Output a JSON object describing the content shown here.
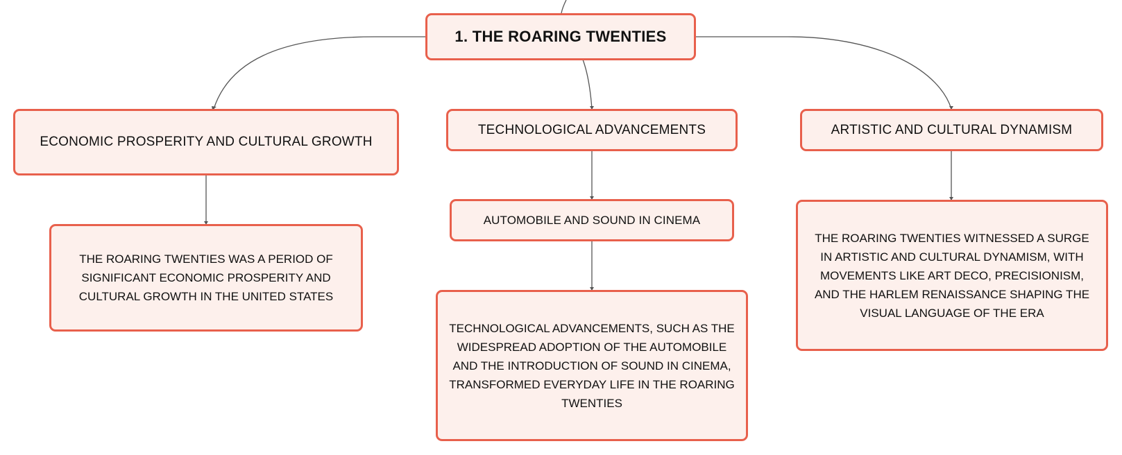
{
  "diagram": {
    "root": {
      "label": "1. THE ROARING TWENTIES"
    },
    "branches": [
      {
        "label": "ECONOMIC PROSPERITY AND CULTURAL GROWTH",
        "detail": "THE ROARING TWENTIES WAS A PERIOD OF SIGNIFICANT ECONOMIC PROSPERITY AND CULTURAL GROWTH IN THE UNITED STATES"
      },
      {
        "label": "TECHNOLOGICAL ADVANCEMENTS",
        "sub": "AUTOMOBILE AND SOUND IN CINEMA",
        "detail": "TECHNOLOGICAL ADVANCEMENTS, SUCH AS THE WIDESPREAD ADOPTION OF THE AUTOMOBILE AND THE INTRODUCTION OF SOUND IN CINEMA, TRANSFORMED EVERYDAY LIFE IN THE ROARING TWENTIES"
      },
      {
        "label": "ARTISTIC AND CULTURAL DYNAMISM",
        "detail": "THE ROARING TWENTIES WITNESSED A SURGE IN ARTISTIC AND CULTURAL DYNAMISM, WITH MOVEMENTS LIKE ART DECO, PRECISIONISM, AND THE HARLEM RENAISSANCE SHAPING THE VISUAL LANGUAGE OF THE ERA"
      }
    ]
  },
  "colors": {
    "node_fill": "#fdf0ec",
    "node_border": "#e8604c",
    "connector": "#555555",
    "text": "#111111"
  }
}
